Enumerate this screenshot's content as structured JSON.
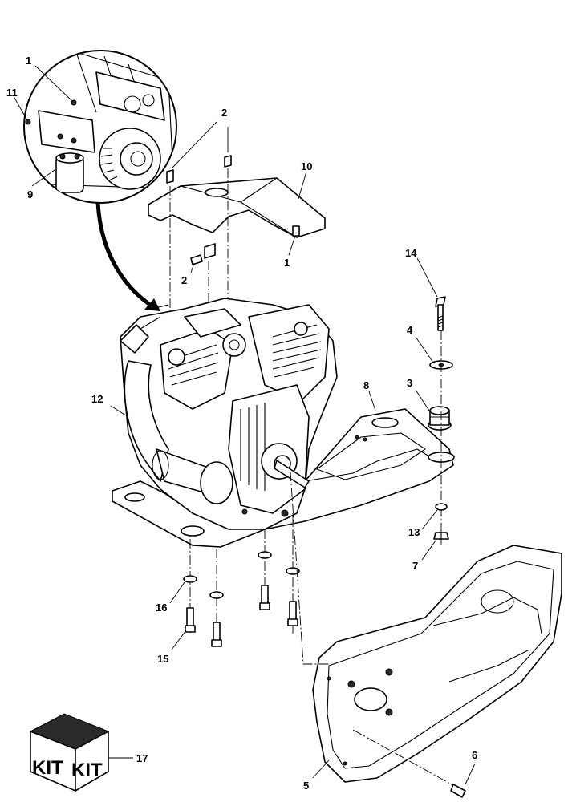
{
  "diagram": {
    "callouts": {
      "c1_inset": "1",
      "c11": "11",
      "c9": "9",
      "c2_top": "2",
      "c10": "10",
      "c1_cover": "1",
      "c2_cover": "2",
      "c14": "14",
      "c4": "4",
      "c3": "3",
      "c8": "8",
      "c12": "12",
      "c13": "13",
      "c7": "7",
      "c16": "16",
      "c15": "15",
      "c6": "6",
      "c5": "5",
      "c17": "17"
    },
    "kit_labels": [
      "KIT",
      "KIT"
    ]
  }
}
